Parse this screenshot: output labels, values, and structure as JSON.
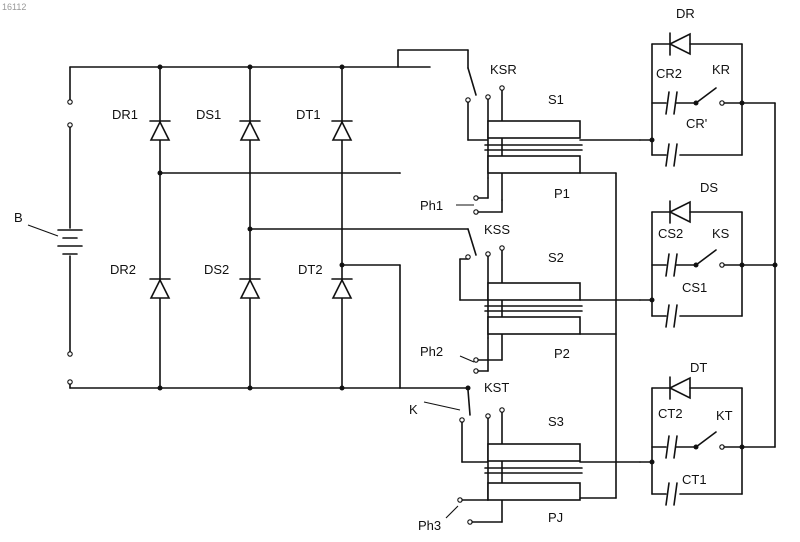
{
  "figure_id": "16112",
  "labels": {
    "battery": "B",
    "diodes": {
      "dr1": "DR1",
      "ds1": "DS1",
      "dt1": "DT1",
      "dr2": "DR2",
      "ds2": "DS2",
      "dt2": "DT2",
      "dr": "DR",
      "ds": "DS",
      "dt": "DT"
    },
    "switches": {
      "ksr": "KSR",
      "kss": "KSS",
      "kst": "KST",
      "k": "K",
      "kr": "KR",
      "ks": "KS",
      "kt": "KT"
    },
    "secondaries": {
      "s1": "S1",
      "s2": "S2",
      "s3": "S3"
    },
    "primaries": {
      "p1": "P1",
      "p2": "P2",
      "p3": "PJ"
    },
    "phases": {
      "ph1": "Ph1",
      "ph2": "Ph2",
      "ph3": "Ph3"
    },
    "capacitors": {
      "cr2": "CR2",
      "cr1": "CR'",
      "cs2": "CS2",
      "cs1": "CS1",
      "ct2": "CT2",
      "ct1": "CT1"
    }
  }
}
